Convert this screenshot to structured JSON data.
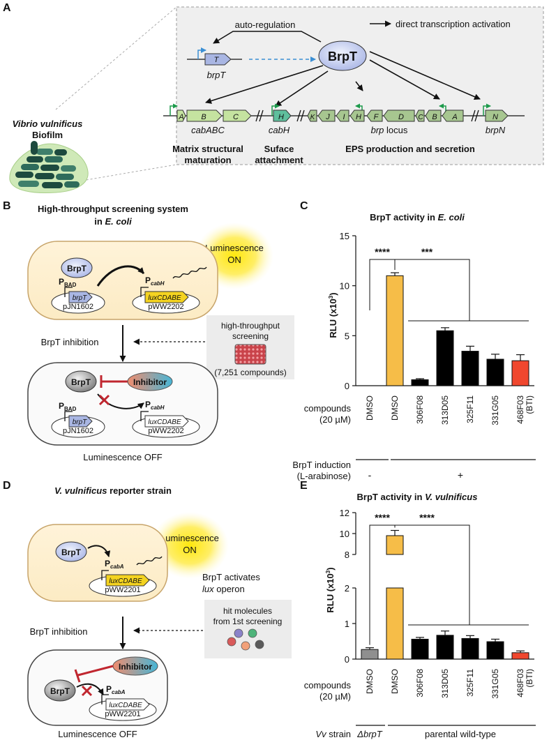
{
  "panelA": {
    "letter": "A",
    "organism": "Vibrio vulnificus",
    "biofilm": "Biofilm",
    "auto_regulation": "auto-regulation",
    "legend": "direct transcription activation",
    "brpt": "BrpT",
    "gene_brpT": "T",
    "label_brpT": "brpT",
    "genes_cab": [
      "A",
      "B",
      "C"
    ],
    "gene_cabH": "H",
    "genes_brp": [
      "K",
      "J",
      "I",
      "H",
      "F",
      "D",
      "C",
      "B",
      "A"
    ],
    "gene_N": "N",
    "label_cabABC": "cabABC",
    "label_cabH": "cabH",
    "label_brp": "brp",
    "label_locus": " locus",
    "label_brpN": "brpN",
    "func1_l1": "Matrix structural",
    "func1_l2": "maturation",
    "func2_l1": "Suface",
    "func2_l2": "attachment",
    "func3": "EPS production and secretion"
  },
  "panelB": {
    "letter": "B",
    "title1": "High-throughput screening system",
    "title2": "in ",
    "title2_italic": "E. coli",
    "brpt": "BrpT",
    "pbad": "P",
    "pbad_sub": "BAD",
    "pcabh": "P",
    "pcabh_sub": "cabH",
    "gene_brpT": "brpT",
    "gene_lux": "luxCDABE",
    "plasmid1": "pJN1602",
    "plasmid2": "pWW2202",
    "lum_on1": "Luminescence",
    "lum_on2": "ON",
    "hts1": "high-throughput",
    "hts2": "screening",
    "hts3": "(7,251 compounds)",
    "inhibition": "BrpT inhibition",
    "inhibitor": "Inhibitor",
    "lum_off": "Luminescence OFF"
  },
  "panelD": {
    "letter": "D",
    "title_italic": "V. vulnificus",
    "title_rest": " reporter strain",
    "brpt": "BrpT",
    "pcaba": "P",
    "pcaba_sub": "cabA",
    "gene_lux": "luxCDABE",
    "plasmid": "pWW2201",
    "lum_on1": "Luminescence",
    "lum_on2": "ON",
    "activates1": "BrpT activates",
    "activates2_italic": "lux",
    "activates2_rest": " operon",
    "hit1": "hit molecules",
    "hit2": "from 1st screening",
    "inhibition": "BrpT inhibition",
    "inhibitor": "Inhibitor",
    "lum_off": "Luminescence OFF"
  },
  "chart_data": [
    {
      "type": "bar",
      "letter": "C",
      "title": "BrpT activity in ",
      "title_italic": "E. coli",
      "ylabel": "RLU (x10",
      "ylabel_sup": "3",
      "ylabel_end": ")",
      "ylim": [
        0,
        15
      ],
      "yticks": [
        0,
        5,
        10,
        15
      ],
      "categories": [
        "DMSO",
        "DMSO",
        "306F08",
        "313D05",
        "325F11",
        "331G05",
        "468F03\n(BTI)"
      ],
      "values": [
        0.0,
        11.0,
        0.6,
        5.5,
        3.45,
        2.65,
        2.5
      ],
      "errors": [
        0.0,
        0.3,
        0.1,
        0.3,
        0.5,
        0.5,
        0.6
      ],
      "colors": [
        "#ffffff",
        "#f6bd48",
        "#000000",
        "#000000",
        "#000000",
        "#000000",
        "#f0472e"
      ],
      "sig1": "****",
      "sig2": "***",
      "row1_l1": "compounds",
      "row1_l2": "(20 µM)",
      "row2_l1": "BrpT induction",
      "row2_l2": "(L-arabinose)",
      "minus": "-",
      "plus": "+"
    },
    {
      "type": "bar",
      "letter": "E",
      "title": "BrpT activity in ",
      "title_italic": "V. vulnificus",
      "ylabel": "RLU (x10",
      "ylabel_sup": "3",
      "ylabel_end": ")",
      "broken_axis": true,
      "ylim": [
        0,
        12
      ],
      "ytick_labels": [
        "0",
        "1",
        "2",
        "8",
        "10",
        "12"
      ],
      "categories": [
        "DMSO",
        "DMSO",
        "306F08",
        "313D05",
        "325F11",
        "331G05",
        "468F03\n(BTI)"
      ],
      "values": [
        0.27,
        9.8,
        0.56,
        0.67,
        0.58,
        0.49,
        0.18
      ],
      "errors": [
        0.05,
        0.5,
        0.05,
        0.12,
        0.08,
        0.07,
        0.05
      ],
      "colors": [
        "#8f8f8f",
        "#f6bd48",
        "#000000",
        "#000000",
        "#000000",
        "#000000",
        "#f0472e"
      ],
      "sig1": "****",
      "sig2": "****",
      "row1_l1": "compounds",
      "row1_l2": "(20 µM)",
      "strain_label_italic": "Vv",
      "strain_label_rest": " strain",
      "strain_mutant": "ΔbrpT",
      "strain_wt": "parental wild-type"
    }
  ]
}
